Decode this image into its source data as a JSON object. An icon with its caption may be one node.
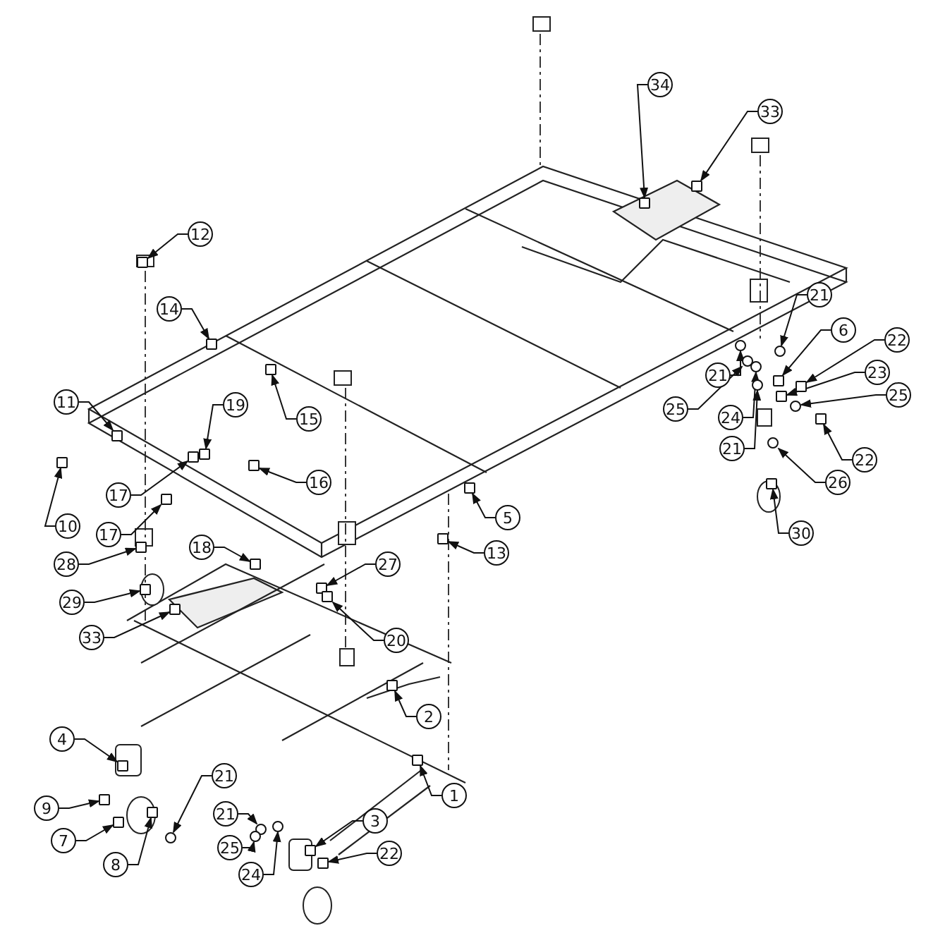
{
  "diagram": {
    "nodes": [
      {
        "text": [
          "34"
        ]
      },
      {
        "text": [
          "33"
        ]
      },
      {
        "text": [
          "12"
        ]
      },
      {
        "text": [
          "14"
        ]
      },
      {
        "text": [
          "21"
        ]
      },
      {
        "text": [
          "6"
        ]
      },
      {
        "text": [
          "22"
        ]
      },
      {
        "text": [
          "21"
        ]
      },
      {
        "text": [
          "23"
        ]
      },
      {
        "text": [
          "11"
        ]
      },
      {
        "text": [
          "19"
        ]
      },
      {
        "text": [
          "25"
        ]
      },
      {
        "text": [
          "25"
        ]
      },
      {
        "text": [
          "15"
        ]
      },
      {
        "text": [
          "24"
        ]
      },
      {
        "text": [
          "21"
        ]
      },
      {
        "text": [
          "22"
        ]
      },
      {
        "text": [
          "16"
        ]
      },
      {
        "text": [
          "26"
        ]
      },
      {
        "text": [
          "17"
        ]
      },
      {
        "text": [
          "5"
        ]
      },
      {
        "text": [
          "10"
        ]
      },
      {
        "text": [
          "30"
        ]
      },
      {
        "text": [
          "17"
        ]
      },
      {
        "text": [
          "18"
        ]
      },
      {
        "text": [
          "13"
        ]
      },
      {
        "text": [
          "27"
        ]
      },
      {
        "text": [
          "28"
        ]
      },
      {
        "text": [
          "29"
        ]
      },
      {
        "text": [
          "33"
        ]
      },
      {
        "text": [
          "20"
        ]
      },
      {
        "text": [
          "2"
        ]
      },
      {
        "text": [
          "4"
        ]
      },
      {
        "text": [
          "21"
        ]
      },
      {
        "text": [
          "1"
        ]
      },
      {
        "text": [
          "9"
        ]
      },
      {
        "text": [
          "21"
        ]
      },
      {
        "text": [
          "3"
        ]
      },
      {
        "text": [
          "7"
        ]
      },
      {
        "text": [
          "25"
        ]
      },
      {
        "text": [
          "22"
        ]
      },
      {
        "text": [
          "8"
        ]
      },
      {
        "text": [
          "24"
        ]
      },
      {
        "text": [],
        "shape": "box"
      },
      {
        "text": [],
        "shape": "box"
      },
      {
        "text": [],
        "shape": "box"
      },
      {
        "text": [],
        "shape": "box"
      },
      {
        "text": [],
        "shape": "circle"
      },
      {
        "text": [],
        "shape": "box"
      },
      {
        "text": [],
        "shape": "box"
      },
      {
        "text": [],
        "shape": "circle"
      },
      {
        "text": [],
        "shape": "box"
      },
      {
        "text": [],
        "shape": "box"
      },
      {
        "text": [],
        "shape": "box"
      },
      {
        "text": [],
        "shape": "circle"
      },
      {
        "text": [],
        "shape": "circle"
      },
      {
        "text": [],
        "shape": "box"
      },
      {
        "text": [],
        "shape": "circle"
      },
      {
        "text": [],
        "shape": "circle"
      },
      {
        "text": [],
        "shape": "box"
      },
      {
        "text": [],
        "shape": "box"
      },
      {
        "text": [],
        "shape": "circle"
      },
      {
        "text": [],
        "shape": "box"
      },
      {
        "text": [],
        "shape": "box"
      },
      {
        "text": [],
        "shape": "box"
      },
      {
        "text": [],
        "shape": "box"
      },
      {
        "text": [],
        "shape": "box"
      },
      {
        "text": [],
        "shape": "box"
      },
      {
        "text": [],
        "shape": "box"
      },
      {
        "text": [],
        "shape": "box"
      },
      {
        "text": [],
        "shape": "box"
      },
      {
        "text": [],
        "shape": "box"
      },
      {
        "text": [],
        "shape": "box"
      },
      {
        "text": [],
        "shape": "box"
      },
      {
        "text": [],
        "shape": "box"
      },
      {
        "text": [],
        "shape": "box"
      },
      {
        "text": [],
        "shape": "circle"
      },
      {
        "text": [],
        "shape": "box"
      },
      {
        "text": [],
        "shape": "box"
      },
      {
        "text": [],
        "shape": "circle"
      },
      {
        "text": [],
        "shape": "box"
      },
      {
        "text": [],
        "shape": "box"
      },
      {
        "text": [],
        "shape": "circle"
      },
      {
        "text": [],
        "shape": "box"
      },
      {
        "text": [],
        "shape": "box"
      },
      {
        "text": [],
        "shape": "circle"
      }
    ],
    "edges": [
      {
        "from": 0,
        "to": 43,
        "arrow": "to"
      },
      {
        "from": 1,
        "to": 44,
        "arrow": "to"
      },
      {
        "from": 2,
        "to": 45,
        "arrow": "to"
      },
      {
        "from": 3,
        "to": 46,
        "arrow": "to"
      },
      {
        "from": 4,
        "to": 47,
        "arrow": "to"
      },
      {
        "from": 5,
        "to": 48,
        "arrow": "to"
      },
      {
        "from": 6,
        "to": 49,
        "arrow": "to"
      },
      {
        "from": 7,
        "to": 50,
        "arrow": "to"
      },
      {
        "from": 8,
        "to": 51,
        "arrow": "to"
      },
      {
        "from": 9,
        "to": 52,
        "arrow": "to"
      },
      {
        "from": 10,
        "to": 53,
        "arrow": "to"
      },
      {
        "from": 11,
        "to": 54,
        "arrow": "to"
      },
      {
        "from": 12,
        "to": 55,
        "arrow": "to"
      },
      {
        "from": 13,
        "to": 56,
        "arrow": "to"
      },
      {
        "from": 14,
        "to": 57,
        "arrow": "to"
      },
      {
        "from": 15,
        "to": 58,
        "arrow": "to"
      },
      {
        "from": 16,
        "to": 59,
        "arrow": "to"
      },
      {
        "from": 17,
        "to": 60,
        "arrow": "to"
      },
      {
        "from": 18,
        "to": 61,
        "arrow": "to"
      },
      {
        "from": 19,
        "to": 62,
        "arrow": "to"
      },
      {
        "from": 20,
        "to": 63,
        "arrow": "to"
      },
      {
        "from": 21,
        "to": 64,
        "arrow": "to"
      },
      {
        "from": 22,
        "to": 65,
        "arrow": "to"
      },
      {
        "from": 23,
        "to": 66,
        "arrow": "to"
      },
      {
        "from": 24,
        "to": 67,
        "arrow": "to"
      },
      {
        "from": 25,
        "to": 68,
        "arrow": "to"
      },
      {
        "from": 26,
        "to": 69,
        "arrow": "to"
      },
      {
        "from": 27,
        "to": 70,
        "arrow": "to"
      },
      {
        "from": 28,
        "to": 71,
        "arrow": "to"
      },
      {
        "from": 29,
        "to": 72,
        "arrow": "to"
      },
      {
        "from": 30,
        "to": 73,
        "arrow": "to"
      },
      {
        "from": 31,
        "to": 74,
        "arrow": "to"
      },
      {
        "from": 32,
        "to": 75,
        "arrow": "to"
      },
      {
        "from": 33,
        "to": 76,
        "arrow": "to"
      },
      {
        "from": 34,
        "to": 77,
        "arrow": "to"
      },
      {
        "from": 35,
        "to": 78,
        "arrow": "to"
      },
      {
        "from": 36,
        "to": 79,
        "arrow": "to"
      },
      {
        "from": 37,
        "to": 80,
        "arrow": "to"
      },
      {
        "from": 38,
        "to": 81,
        "arrow": "to"
      },
      {
        "from": 39,
        "to": 82,
        "arrow": "to"
      },
      {
        "from": 40,
        "to": 83,
        "arrow": "to"
      },
      {
        "from": 41,
        "to": 84,
        "arrow": "to"
      },
      {
        "from": 42,
        "to": 85,
        "arrow": "to"
      }
    ]
  }
}
